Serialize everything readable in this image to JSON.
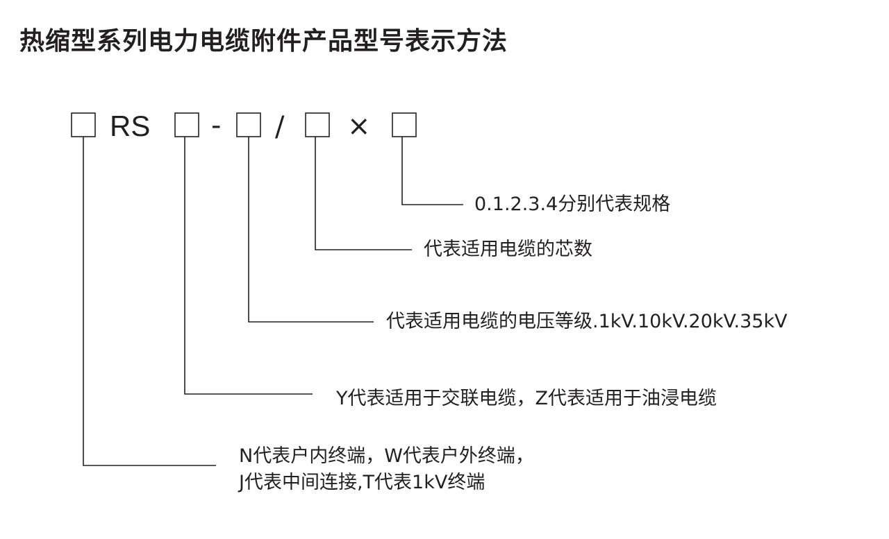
{
  "title": "热缩型系列电力电缆附件产品型号表示方法",
  "code": {
    "prefix_letters": "RS",
    "separator_dash": "-",
    "separator_slash": "/",
    "separator_times": "×"
  },
  "descriptions": {
    "spec": "0.1.2.3.4分别代表规格",
    "cores": "代表适用电缆的芯数",
    "voltage": "代表适用电缆的电压等级.1kV.10kV.20kV.35kV",
    "insulation": "Y代表适用于交联电缆，Z代表适用于油浸电缆",
    "terminal_line1": "N代表户内终端，W代表户外终端，",
    "terminal_line2": "J代表中间连接,T代表1kV终端"
  }
}
